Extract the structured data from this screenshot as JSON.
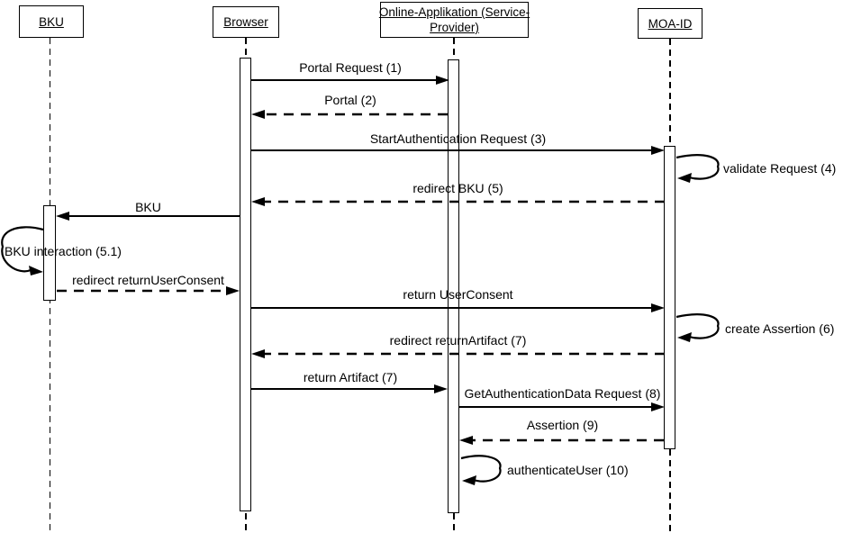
{
  "diagram": {
    "type": "uml-sequence-diagram",
    "background_color": "#ffffff",
    "line_color": "#000000"
  },
  "participants": [
    {
      "name": "BKU",
      "lines": [
        "BKU"
      ]
    },
    {
      "name": "Browser",
      "lines": [
        "Browser"
      ]
    },
    {
      "name": "Online-Applikation (Service-Provider)",
      "lines": [
        "Online-Applikation (Service-",
        "Provider)"
      ]
    },
    {
      "name": "MOA-ID",
      "lines": [
        "MOA-ID"
      ]
    }
  ],
  "messages": [
    {
      "label": "Portal Request (1)",
      "from": "Browser",
      "to": "Online-Applikation (Service-Provider)",
      "line": "solid"
    },
    {
      "label": "Portal (2)",
      "from": "Online-Applikation (Service-Provider)",
      "to": "Browser",
      "line": "dashed"
    },
    {
      "label": "StartAuthentication Request (3)",
      "from": "Browser",
      "to": "MOA-ID",
      "line": "solid"
    },
    {
      "label": "validate Request (4)",
      "from": "MOA-ID",
      "to": "MOA-ID",
      "line": "self-loop"
    },
    {
      "label": "redirect BKU (5)",
      "from": "MOA-ID",
      "to": "Browser",
      "line": "dashed"
    },
    {
      "label": "BKU",
      "from": "Browser",
      "to": "BKU",
      "line": "solid"
    },
    {
      "label": "BKU interaction (5.1)",
      "from": "BKU",
      "to": "BKU",
      "line": "self-loop"
    },
    {
      "label": "redirect returnUserConsent",
      "from": "BKU",
      "to": "Browser",
      "line": "dashed"
    },
    {
      "label": "return UserConsent",
      "from": "Browser",
      "to": "MOA-ID",
      "line": "solid"
    },
    {
      "label": "create Assertion (6)",
      "from": "MOA-ID",
      "to": "MOA-ID",
      "line": "self-loop"
    },
    {
      "label": "redirect returnArtifact (7)",
      "from": "MOA-ID",
      "to": "Browser",
      "line": "dashed"
    },
    {
      "label": "return Artifact (7)",
      "from": "Browser",
      "to": "Online-Applikation (Service-Provider)",
      "line": "solid"
    },
    {
      "label": "GetAuthenticationData Request (8)",
      "from": "Online-Applikation (Service-Provider)",
      "to": "MOA-ID",
      "line": "solid"
    },
    {
      "label": "Assertion (9)",
      "from": "MOA-ID",
      "to": "Online-Applikation (Service-Provider)",
      "line": "dashed"
    },
    {
      "label": "authenticateUser (10)",
      "from": "Online-Applikation (Service-Provider)",
      "to": "Online-Applikation (Service-Provider)",
      "line": "self-loop"
    }
  ]
}
